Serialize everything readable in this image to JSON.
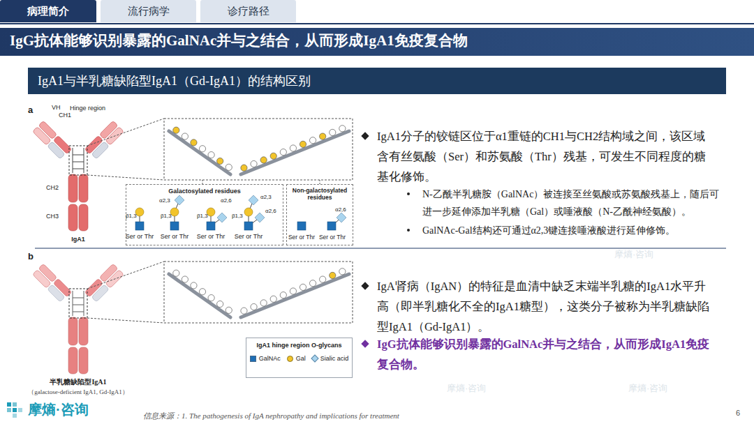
{
  "diagram": {
    "title": "IgG抗体能够识别暴露的GalNAc并与之结合，从而形成IgA1免疫复合物",
    "nodes": [
      {
        "text": [
          "病理简介"
        ]
      },
      {
        "text": [
          "流行病学"
        ]
      },
      {
        "text": [
          "诊疗路径"
        ]
      },
      {
        "text": [
          "IgA1与半乳糖缺陷型IgA1（Gd-IgA1）的结构区别"
        ]
      },
      {
        "text": [
          "Galactosylated residues"
        ]
      },
      {
        "text": [
          "Non-galactosylated residues"
        ]
      },
      {
        "text": [
          "IgA1 hinge region O-glycans"
        ]
      }
    ],
    "labels": [
      "a",
      "VH",
      "CH1",
      "Hinge region",
      "CH2",
      "CH3",
      "IgA1",
      "β1,3",
      "Ser or Thr",
      "α2,3",
      "β1,3",
      "Ser or Thr",
      "β1,3",
      "α2,6",
      "Ser or Thr",
      "α2,3",
      "β1,3",
      "α2,6",
      "Ser or Thr",
      "Ser or Thr",
      "α2,6",
      "Ser or Thr",
      "b",
      "半乳糖缺陷型IgA1",
      "（galactose-deficient IgA1, Gd-IgA1）",
      "IgA1分子的铰链区位于α1重链的CH1与CH2结构域之间，该区域含有丝氨酸（Ser）和苏氨酸（Thr）残基，可发生不同程度的糖基化修饰。",
      "N-乙酰半乳糖胺（GalNAc）被连接至丝氨酸或苏氨酸残基上，随后可进一步延伸添加半乳糖（Gal）或唾液酸（N-乙酰神经氨酸）。",
      "GalNAc-Gal结构还可通过α2,3键连接唾液酸进行延伸修饰。",
      "IgA肾病（IgAN）的特征是血清中缺乏末端半乳糖的IgA1水平升高（即半乳糖化不全的IgA1糖型），这类分子被称为半乳糖缺陷型IgA1（Gd-IgA1）。",
      "IgG抗体能够识别暴露的GalNAc并与之结合，从而形成IgA1免疫复合物。",
      "摩熵·咨询",
      "信息来源：1. The pathogenesis of IgA nephropathy and implications for treatment",
      "6",
      "摩熵·咨询",
      "摩熵·咨询",
      "摩熵·咨询"
    ],
    "legend": [
      {
        "text": "GalNAc",
        "color": "#1f6fb5"
      },
      {
        "text": "Gal",
        "color": "#f2c42b"
      },
      {
        "text": "Sialic acid",
        "color": "#a9d4ee"
      }
    ]
  }
}
